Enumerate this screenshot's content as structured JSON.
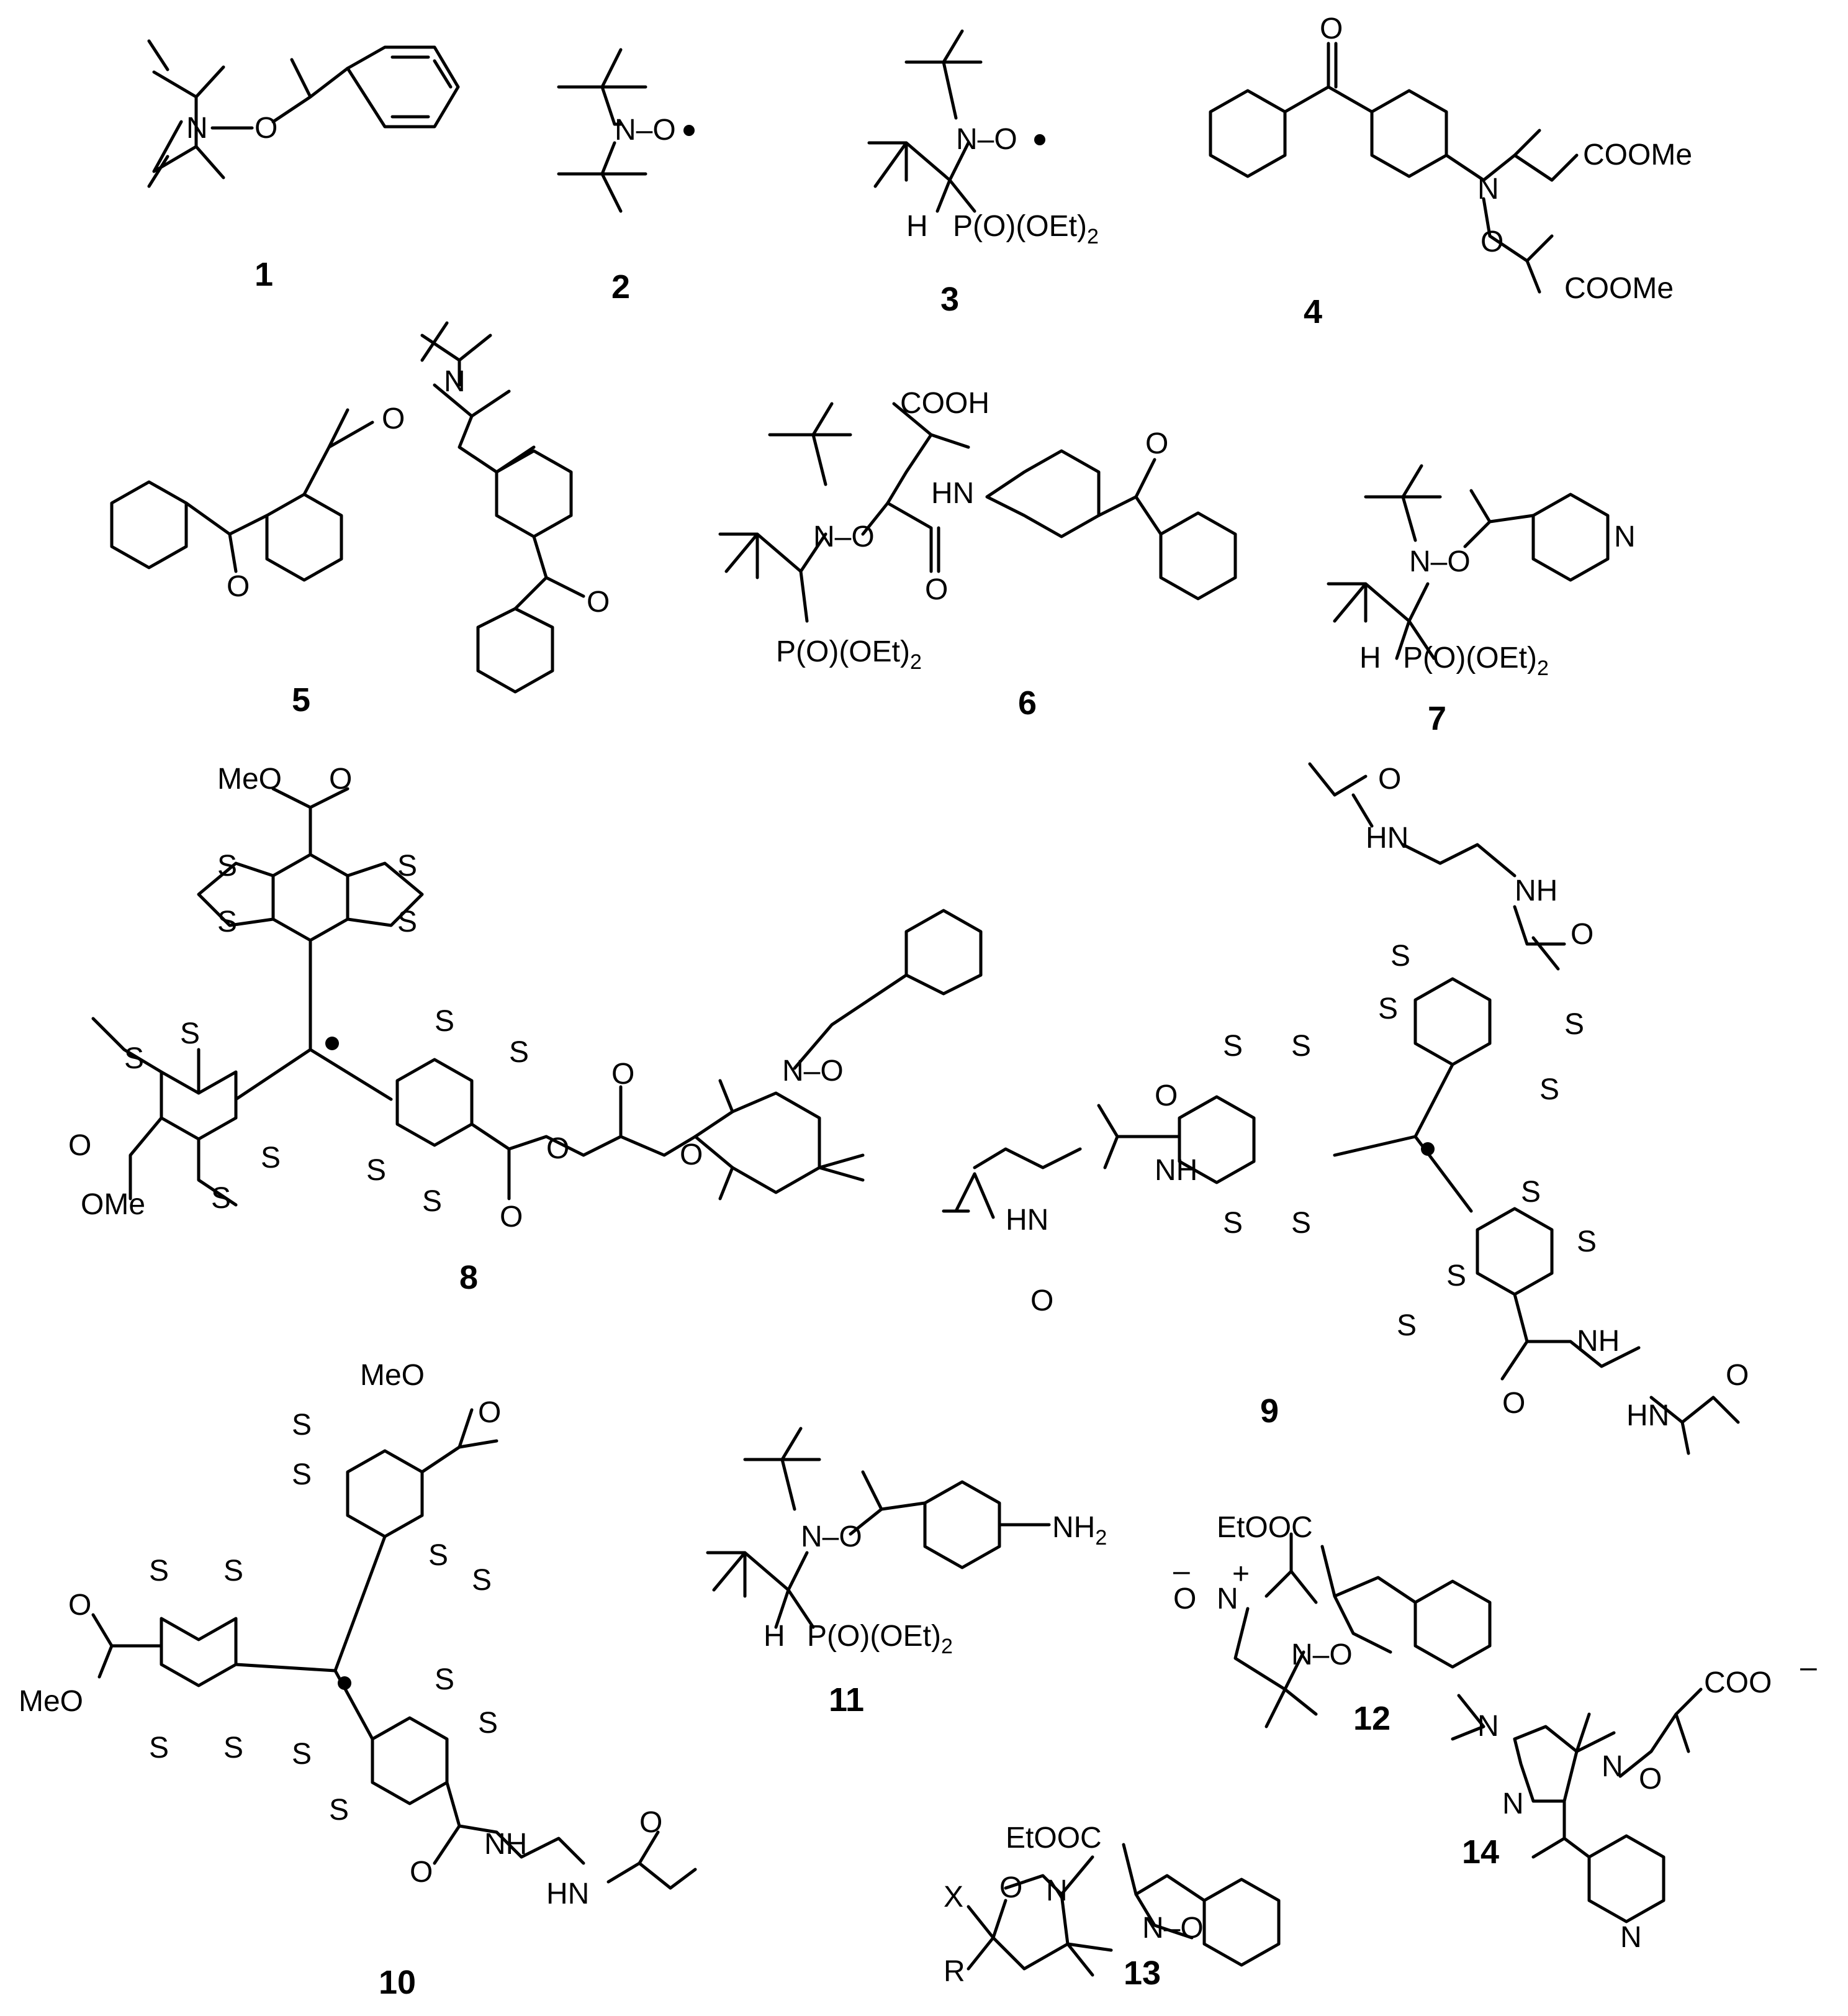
{
  "figure": {
    "compounds": [
      {
        "id": "c1",
        "number": "1",
        "labels": {
          "n": "N",
          "o": "O"
        }
      },
      {
        "id": "c2",
        "number": "2",
        "labels": {
          "no": "N–O"
        }
      },
      {
        "id": "c3",
        "number": "3",
        "labels": {
          "no": "N–O",
          "h": "H",
          "p": "P(O)(OEt)",
          "p_sub": "2"
        }
      },
      {
        "id": "c4",
        "number": "4",
        "labels": {
          "o_keto": "O",
          "n": "N",
          "o": "O",
          "ester1": "COOMe",
          "ester2": "COOMe"
        }
      },
      {
        "id": "c5",
        "number": "5",
        "labels": {
          "o": "O",
          "n": "N",
          "o_keto1": "O",
          "o_keto2": "O"
        }
      },
      {
        "id": "c6",
        "number": "6",
        "labels": {
          "acid": "COOH",
          "hn": "HN",
          "no": "N–O",
          "o_amide": "O",
          "o_keto": "O",
          "p": "P(O)(OEt)",
          "p_sub": "2"
        }
      },
      {
        "id": "c7",
        "number": "7",
        "labels": {
          "no": "N–O",
          "n_py": "N",
          "h": "H",
          "p": "P(O)(OEt)",
          "p_sub": "2"
        }
      },
      {
        "id": "c8",
        "number": "8",
        "labels": {
          "meo": "MeO",
          "o_top": "O",
          "ome": "OMe",
          "o_left": "O",
          "no": "N–O",
          "o_link1": "O",
          "o_link2": "O",
          "o_carb1": "O",
          "o_carb2": "O",
          "s": "S"
        }
      },
      {
        "id": "c9",
        "number": "9",
        "labels": {
          "o": "O",
          "hn": "HN",
          "nh": "NH",
          "s": "S"
        }
      },
      {
        "id": "c10",
        "number": "10",
        "labels": {
          "meo_top": "MeO",
          "meo_left": "MeO",
          "o": "O",
          "nh": "NH",
          "hn": "HN",
          "s": "S"
        }
      },
      {
        "id": "c11",
        "number": "11",
        "labels": {
          "no": "N–O",
          "nh2": "NH",
          "nh2_sub": "2",
          "h": "H",
          "p": "P(O)(OEt)",
          "p_sub": "2"
        }
      },
      {
        "id": "c12",
        "number": "12",
        "labels": {
          "ester": "EtOOC",
          "n_plus": "N",
          "plus": "+",
          "o_minus": "O",
          "minus": "–",
          "no": "N–O"
        }
      },
      {
        "id": "c13",
        "number": "13",
        "labels": {
          "ester": "EtOOC",
          "x": "X",
          "r": "R",
          "o_ring": "O",
          "n_ring": "N",
          "no": "N–O"
        }
      },
      {
        "id": "c14",
        "number": "14",
        "labels": {
          "coo": "COO",
          "minus": "–",
          "n_amine": "N",
          "n_ring": "N",
          "n_ring2": "N",
          "o": "O",
          "n_py": "N"
        }
      }
    ]
  }
}
